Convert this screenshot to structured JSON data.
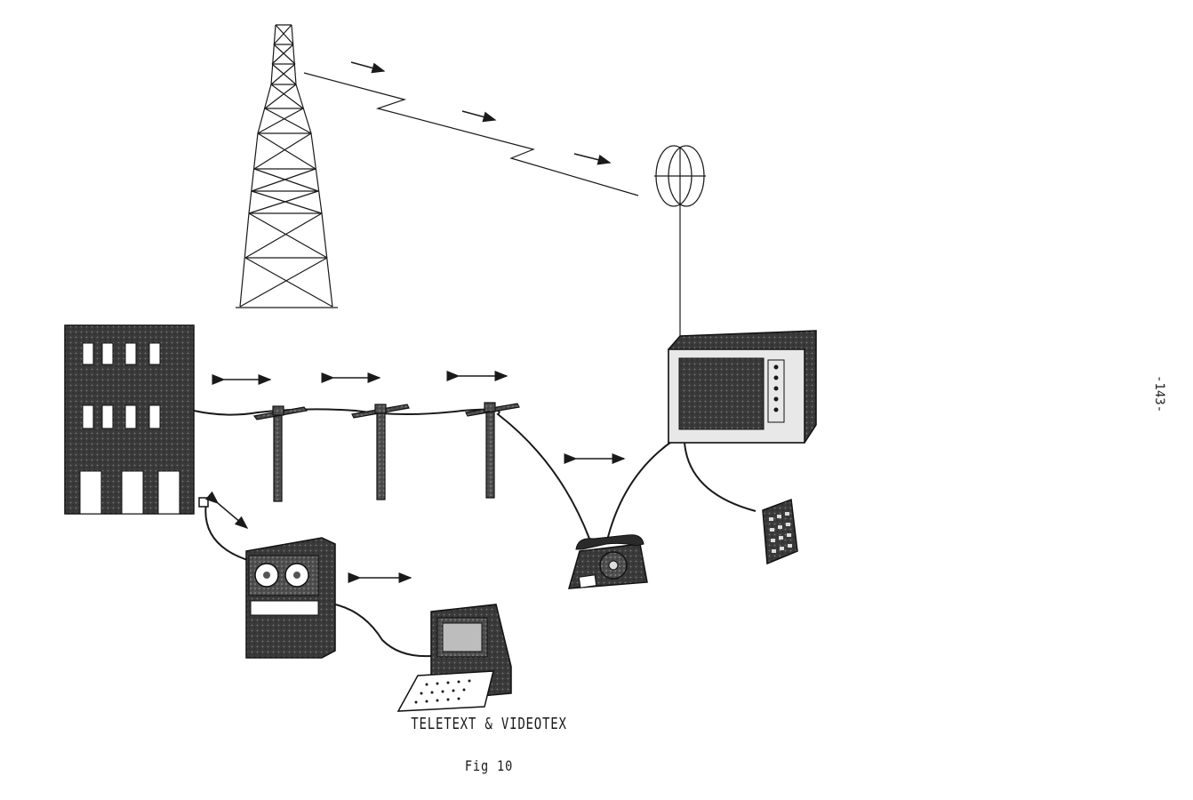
{
  "caption": {
    "title": "TELETEXT & VIDEOTEX",
    "figure": "Fig 10"
  },
  "page_number": "-143-",
  "colors": {
    "ink": "#1a1a1a",
    "fill_dark": "#3a3a3a",
    "paper": "#ffffff"
  },
  "icons": [
    "transmission-tower-icon",
    "receiving-antenna-icon",
    "building-icon",
    "telephone-pole-icon",
    "tape-drive-icon",
    "computer-terminal-icon",
    "telephone-icon",
    "television-icon",
    "keypad-remote-icon",
    "double-arrow-icon",
    "signal-arrow-icon"
  ]
}
